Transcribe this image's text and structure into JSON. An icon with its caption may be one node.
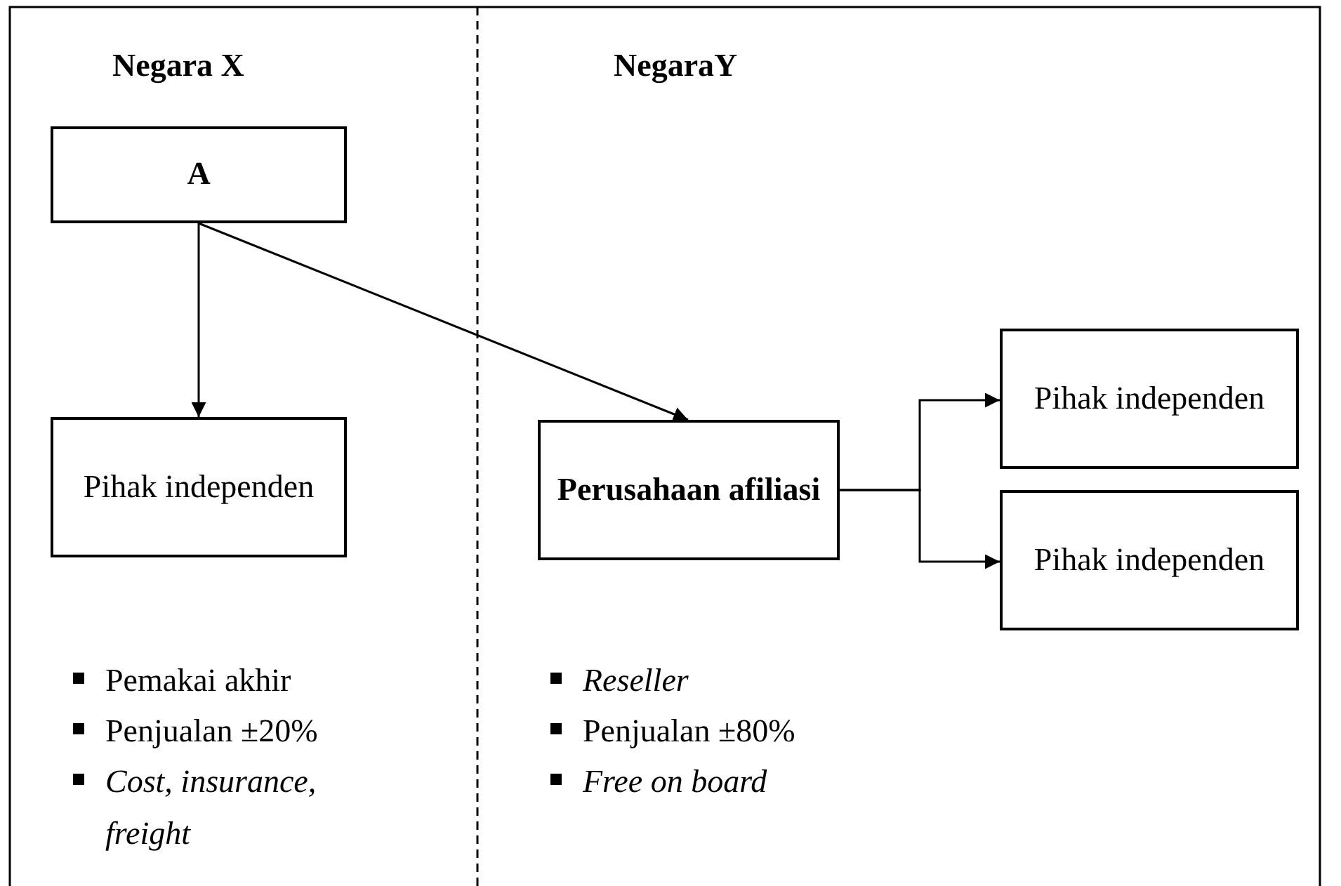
{
  "diagram": {
    "nodes": [
      {
        "text": [
          "A"
        ]
      },
      {
        "text": [
          "Pihak independen"
        ]
      },
      {
        "text": [
          "Perusahaan afiliasi"
        ]
      },
      {
        "text": [
          "Pihak independen"
        ]
      },
      {
        "text": [
          "Pihak independen"
        ]
      }
    ],
    "edges": [
      {
        "from": 0,
        "to": 1,
        "arrow": "to"
      },
      {
        "from": 0,
        "to": 2,
        "arrow": "to"
      },
      {
        "from": 2,
        "to": 3,
        "arrow": "to"
      },
      {
        "from": 2,
        "to": 4,
        "arrow": "to"
      }
    ],
    "labels": [
      "Negara X",
      "NegaraY",
      "Pemakai akhir",
      "Reseller",
      "Penjualan ±20%",
      "Penjualan ±80%",
      "Cost, insurance, freight",
      "Free on board"
    ]
  }
}
